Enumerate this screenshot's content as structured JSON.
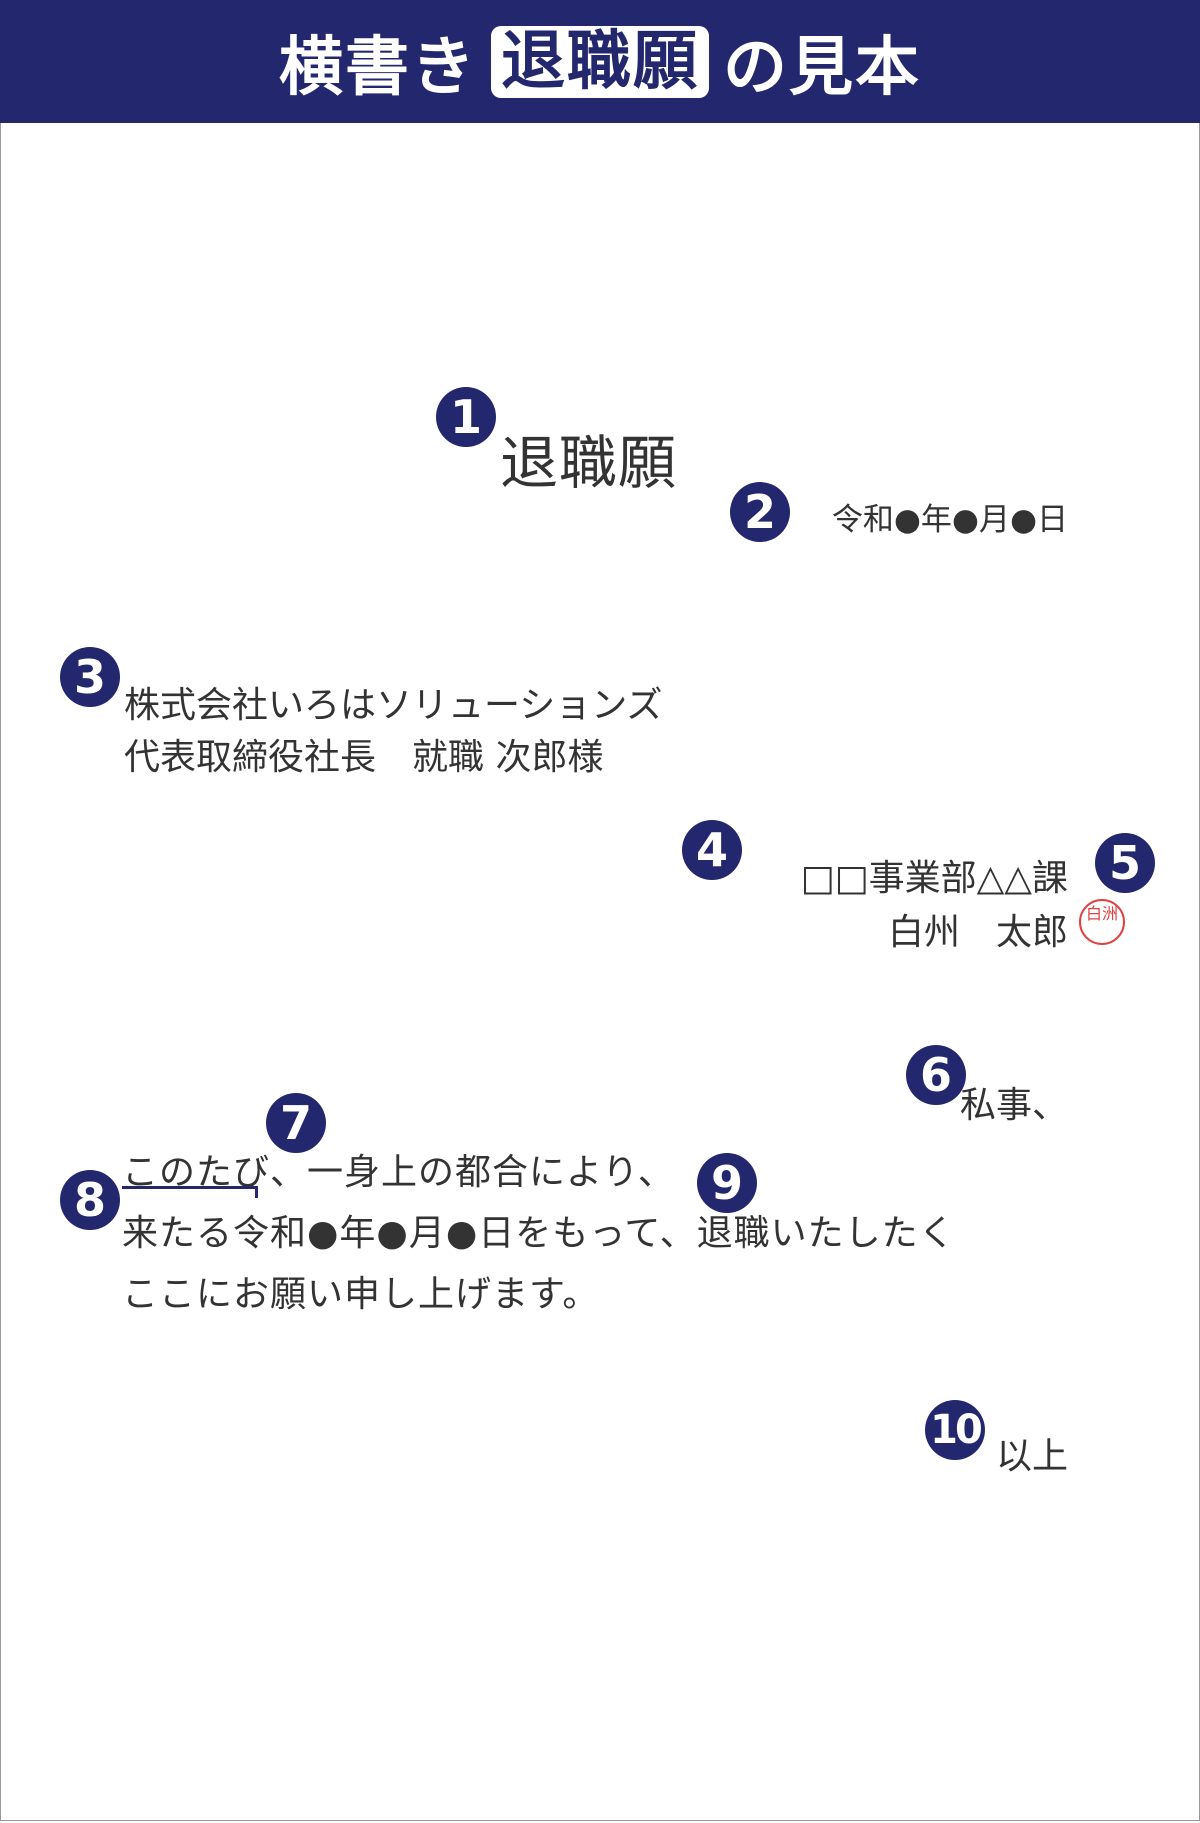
{
  "header": {
    "title_prefix": "横書き",
    "title_highlight": "退職願",
    "title_suffix": "の見本"
  },
  "markers": [
    "1",
    "2",
    "3",
    "4",
    "5",
    "6",
    "7",
    "8",
    "9",
    "10"
  ],
  "document": {
    "title": "退職願",
    "date": "令和●年●月●日",
    "recipient": {
      "company": "株式会社いろはソリューションズ",
      "person": "代表取締役社長　就職 次郎様"
    },
    "sender": {
      "department": "□□事業部△△課",
      "name": "白州　太郎",
      "seal": "白洲"
    },
    "opening": "私事、",
    "body": [
      "このたび、一身上の都合により、",
      "来たる令和●年●月●日をもって、退職いたしたく",
      "ここにお願い申し上げます。"
    ],
    "closing": "以上"
  },
  "colors": {
    "navy": "#22276e",
    "seal_red": "#e04040",
    "text": "#333333"
  }
}
